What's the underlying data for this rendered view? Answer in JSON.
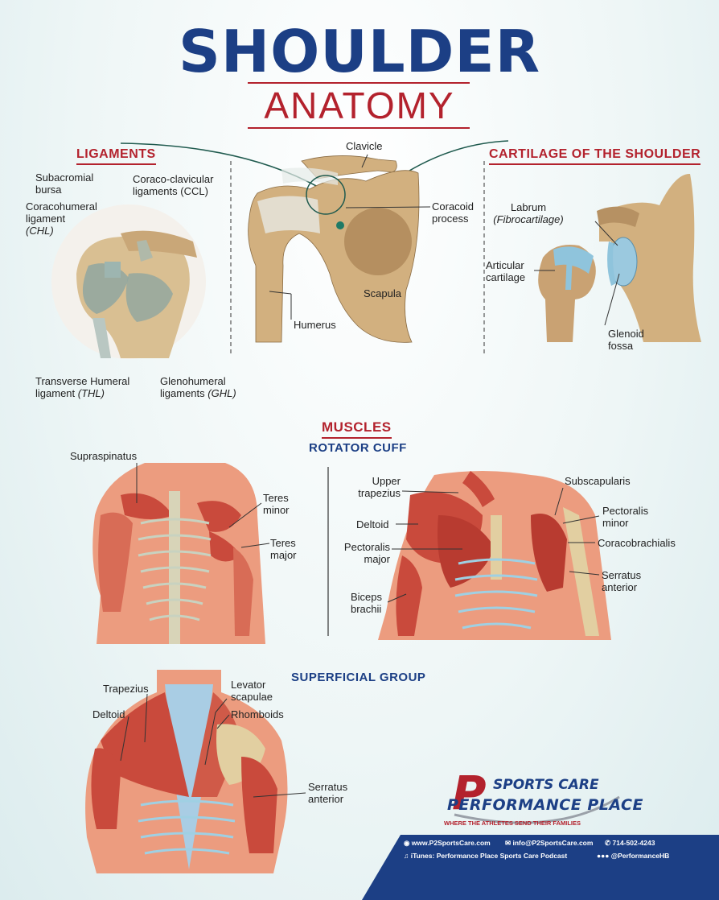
{
  "header": {
    "title": "SHOULDER",
    "subtitle": "ANATOMY"
  },
  "ligaments": {
    "heading": "LIGAMENTS",
    "labels": {
      "subacromial_bursa": "Subacromial bursa",
      "ccl": "Coraco-clavicular ligaments (CCL)",
      "chl_1": "Coracohumeral",
      "chl_2": "ligament",
      "chl_3": "(CHL)",
      "thl_1": "Transverse Humeral",
      "thl_2": "ligament",
      "thl_3": "(THL)",
      "ghl_1": "Glenohumeral",
      "ghl_2": "ligaments",
      "ghl_3": "(GHL)"
    }
  },
  "center": {
    "clavicle": "Clavicle",
    "coracoid_1": "Coracoid",
    "coracoid_2": "process",
    "scapula": "Scapula",
    "humerus": "Humerus"
  },
  "cartilage": {
    "heading": "CARTILAGE OF THE SHOULDER",
    "labrum_1": "Labrum",
    "labrum_2": "(Fibrocartilage)",
    "articular_1": "Articular",
    "articular_2": "cartilage",
    "glenoid_1": "Glenoid",
    "glenoid_2": "fossa"
  },
  "muscles": {
    "heading": "MUSCLES",
    "rotator_cuff": "ROTATOR CUFF",
    "back": {
      "supraspinatus": "Supraspinatus",
      "teres_minor_1": "Teres",
      "teres_minor_2": "minor",
      "teres_major_1": "Teres",
      "teres_major_2": "major"
    },
    "front": {
      "upper_trap_1": "Upper",
      "upper_trap_2": "trapezius",
      "deltoid": "Deltoid",
      "pec_major_1": "Pectoralis",
      "pec_major_2": "major",
      "biceps_1": "Biceps",
      "biceps_2": "brachii",
      "subscapularis": "Subscapularis",
      "pec_minor_1": "Pectoralis",
      "pec_minor_2": "minor",
      "coracobrachialis": "Coracobrachialis",
      "serratus_1": "Serratus",
      "serratus_2": "anterior"
    },
    "superficial_group": "SUPERFICIAL GROUP",
    "superficial": {
      "trapezius": "Trapezius",
      "deltoid": "Deltoid",
      "levator_1": "Levator",
      "levator_2": "scapulae",
      "rhomboids": "Rhomboids",
      "serratus_1": "Serratus",
      "serratus_2": "anterior"
    }
  },
  "logo": {
    "p1": "P",
    "line1": "SPORTS CARE",
    "line2": "PERFORMANCE PLACE",
    "tagline": "WHERE THE ATHLETES SEND THEIR FAMILIES"
  },
  "footer": {
    "website": "www.P2SportsCare.com",
    "email": "info@P2SportsCare.com",
    "phone": "714-502-4243",
    "podcast": "iTunes: Performance Place Sports Care Podcast",
    "social": "@PerformanceHB"
  },
  "colors": {
    "navy": "#1c3f85",
    "red": "#b3222d",
    "bone": "#d2b07f",
    "muscle": "#c94a3c",
    "skin": "#ec9c7f",
    "cartilage": "#8fc4dc"
  }
}
